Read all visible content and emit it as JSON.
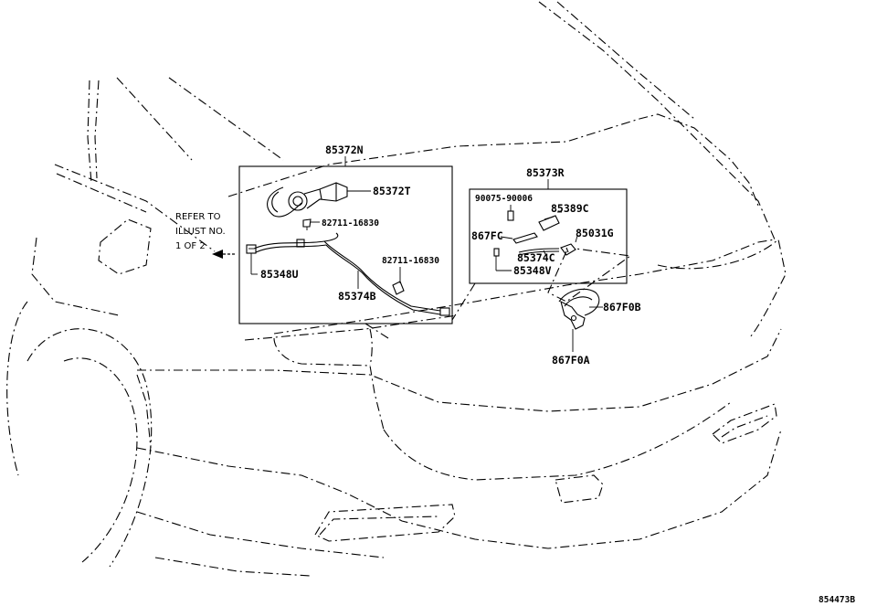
{
  "callouts": {
    "p85372N": "85372N",
    "p85372T": "85372T",
    "p82711_16830_a": "82711-16830",
    "p82711_16830_b": "82711-16830",
    "p85348U": "85348U",
    "p85374B": "85374B",
    "p85373R": "85373R",
    "p90075_90006": "90075-90006",
    "p85389C": "85389C",
    "p867FC": "867FC",
    "p85031G": "85031G",
    "p85374C": "85374C",
    "p85348V": "85348V",
    "p867F0B": "867F0B",
    "p867F0A": "867F0A"
  },
  "refer_note": {
    "line1": "REFER TO",
    "line2": "ILLUST NO.",
    "line3": "1 OF 2"
  },
  "diagram_id": "854473B"
}
